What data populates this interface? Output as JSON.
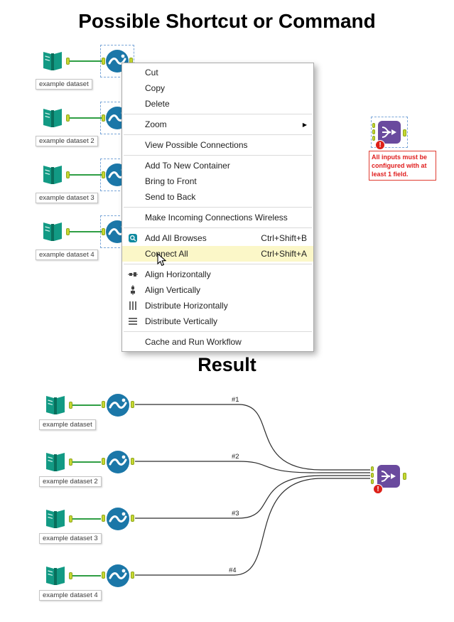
{
  "titles": {
    "main": "Possible Shortcut or Command",
    "result": "Result"
  },
  "datasets": [
    {
      "label": "example dataset"
    },
    {
      "label": "example dataset 2"
    },
    {
      "label": "example dataset 3"
    },
    {
      "label": "example dataset 4"
    }
  ],
  "context_menu": {
    "items": [
      {
        "label": "Cut"
      },
      {
        "label": "Copy"
      },
      {
        "label": "Delete"
      },
      {
        "label": "Zoom",
        "has_submenu": true
      },
      {
        "label": "View Possible Connections"
      },
      {
        "label": "Add To New Container"
      },
      {
        "label": "Bring to Front"
      },
      {
        "label": "Send to Back"
      },
      {
        "label": "Make Incoming Connections Wireless"
      },
      {
        "label": "Add All Browses",
        "shortcut": "Ctrl+Shift+B"
      },
      {
        "label": "Connect All",
        "shortcut": "Ctrl+Shift+A",
        "highlighted": true
      },
      {
        "label": "Align Horizontally"
      },
      {
        "label": "Align Vertically"
      },
      {
        "label": "Distribute Horizontally"
      },
      {
        "label": "Distribute Vertically"
      },
      {
        "label": "Cache and Run Workflow"
      }
    ]
  },
  "error_tooltip": {
    "text": "All inputs must be configured with at least 1 field."
  },
  "connection_labels": [
    "#1",
    "#2",
    "#3",
    "#4"
  ],
  "icons": {
    "submenu_arrow": "▶",
    "error_mark": "!"
  },
  "colors": {
    "input_tool_teal": "#129a84",
    "blue_tool": "#1b77a8",
    "union_purple": "#6a4a9e",
    "error_red": "#dd2018",
    "menu_highlight": "#fbf7c8",
    "anchor_green": "#c6d831",
    "wire_green": "#2f9e44"
  }
}
